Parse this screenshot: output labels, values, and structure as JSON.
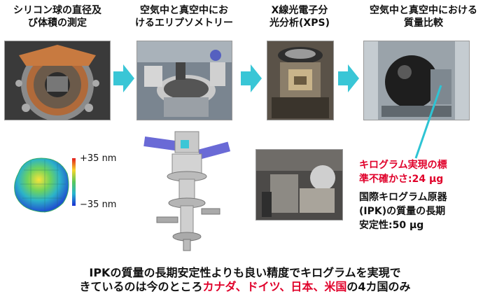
{
  "steps": [
    {
      "title_line1": "シリコン球の直径及",
      "title_line2": "び体積の測定"
    },
    {
      "title_line1": "空気中と真空中にお",
      "title_line2": "けるエリプソメトリー"
    },
    {
      "title_line1": "X線光電子分",
      "title_line2": "光分析(XPS)"
    },
    {
      "title_line1": "空気中と真空中における",
      "title_line2": "質量比較"
    }
  ],
  "colorbar": {
    "max_label": "+35 nm",
    "min_label": "−35 nm"
  },
  "uncertainty": {
    "line1": "キログラム実現の標",
    "line2": "準不確かさ:24 µg"
  },
  "ipk": {
    "line1": "国際キログラム原器",
    "line2": "(IPK)の質量の長期",
    "line3": "安定性:50 µg"
  },
  "bottom": {
    "line1": "IPKの質量の長期安定性よりも良い精度でキログラムを実現で",
    "line2_prefix": "きているのは今のところ",
    "countries": "カナダ、ドイツ、日本、米国",
    "line2_suffix": "の4カ国のみ"
  },
  "colors": {
    "arrow": "#39c6d6",
    "highlight": "#e0002a",
    "pointer": "#2ec4d4"
  }
}
